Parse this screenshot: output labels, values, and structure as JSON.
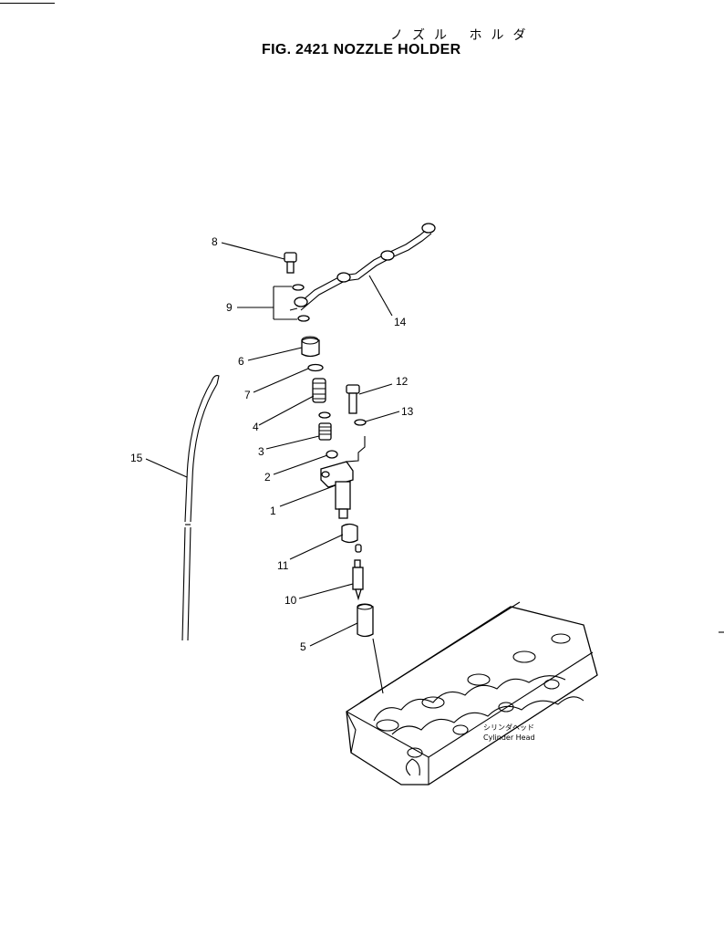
{
  "title_jp": "ノズル ホルダ",
  "title": "FIG. 2421  NOZZLE HOLDER",
  "callouts": [
    {
      "id": "1",
      "text": "1"
    },
    {
      "id": "2",
      "text": "2"
    },
    {
      "id": "3",
      "text": "3"
    },
    {
      "id": "4",
      "text": "4"
    },
    {
      "id": "5",
      "text": "5"
    },
    {
      "id": "6",
      "text": "6"
    },
    {
      "id": "7",
      "text": "7"
    },
    {
      "id": "8",
      "text": "8"
    },
    {
      "id": "9",
      "text": "9"
    },
    {
      "id": "10",
      "text": "10"
    },
    {
      "id": "11",
      "text": "11"
    },
    {
      "id": "12",
      "text": "12"
    },
    {
      "id": "13",
      "text": "13"
    },
    {
      "id": "14",
      "text": "14"
    },
    {
      "id": "15",
      "text": "15"
    }
  ],
  "cylinder_head": {
    "label_jp": "シリンダヘッド",
    "label_en": "Cylinder Head"
  }
}
